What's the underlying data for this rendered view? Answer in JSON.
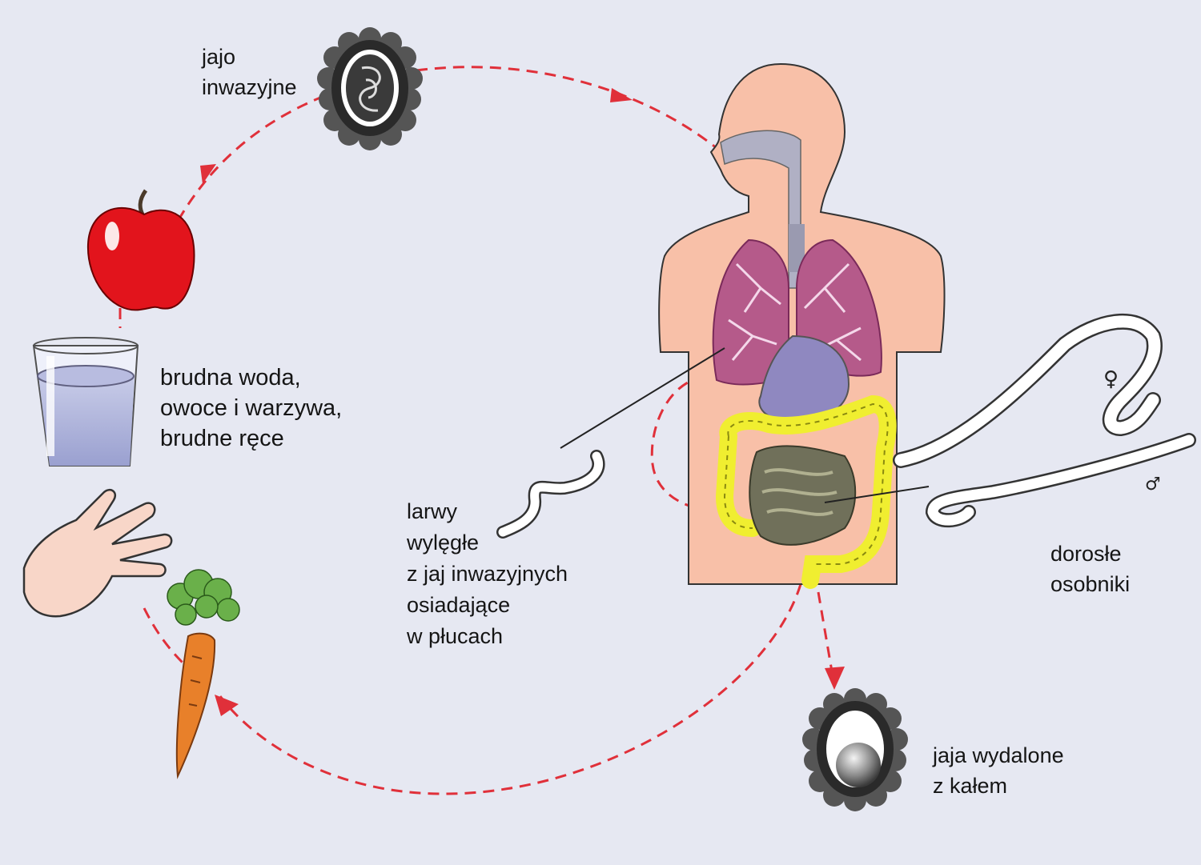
{
  "labels": {
    "infective_egg": [
      "jajo",
      "inwazyjne"
    ],
    "sources": [
      "brudna woda,",
      "owoce i warzywa,",
      "brudne ręce"
    ],
    "larvae": [
      "larwy",
      "wylęgłe",
      "z jaj inwazyjnych",
      "osiadające",
      "w płucach"
    ],
    "adults": [
      "dorosłe",
      "osobniki"
    ],
    "excreted_eggs": [
      "jaja wydalone",
      "z kałem"
    ],
    "female_symbol": "♀",
    "male_symbol": "♂"
  },
  "colors": {
    "background": "#e6e8f2",
    "cycle_arrow": "#e0303a",
    "skin": "#f8c0a8",
    "lungs": "#a8407a",
    "intestine_large": "#f0ee30",
    "intestine_small": "#70705a",
    "stomach": "#8f88c0",
    "apple": "#e2141c",
    "carrot": "#e8802a",
    "egg_shell": "#2a2a2a"
  },
  "icons": [
    "infective-egg-icon",
    "apple-icon",
    "water-glass-icon",
    "hand-icon",
    "carrot-icon",
    "human-body-icon",
    "larva-icon",
    "adult-female-worm-icon",
    "adult-male-worm-icon",
    "excreted-egg-icon"
  ]
}
